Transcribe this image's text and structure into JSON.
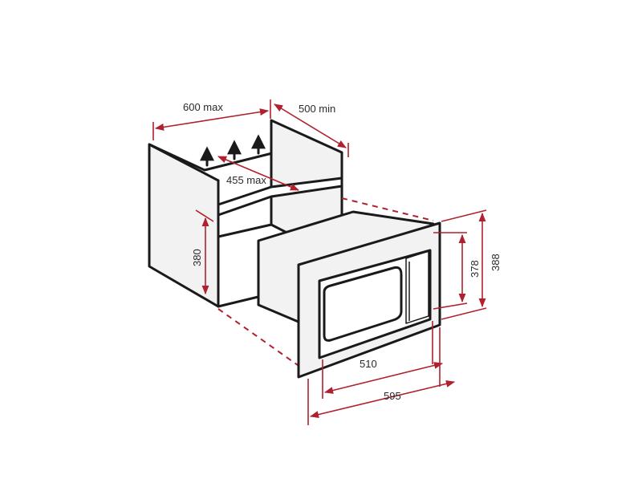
{
  "colors": {
    "dimension": "#b0202e",
    "outline": "#1a1a1a",
    "fill": "#f2f2f2"
  },
  "icons": {
    "airflow": "up-arrow-icon"
  },
  "dimensions": {
    "cabinet_width": "600 max",
    "cabinet_depth": "500 min",
    "shelf_depth": "455 max",
    "opening_height": "380",
    "appliance_height": "378",
    "frame_height": "388",
    "appliance_width": "510",
    "frame_width": "595"
  }
}
